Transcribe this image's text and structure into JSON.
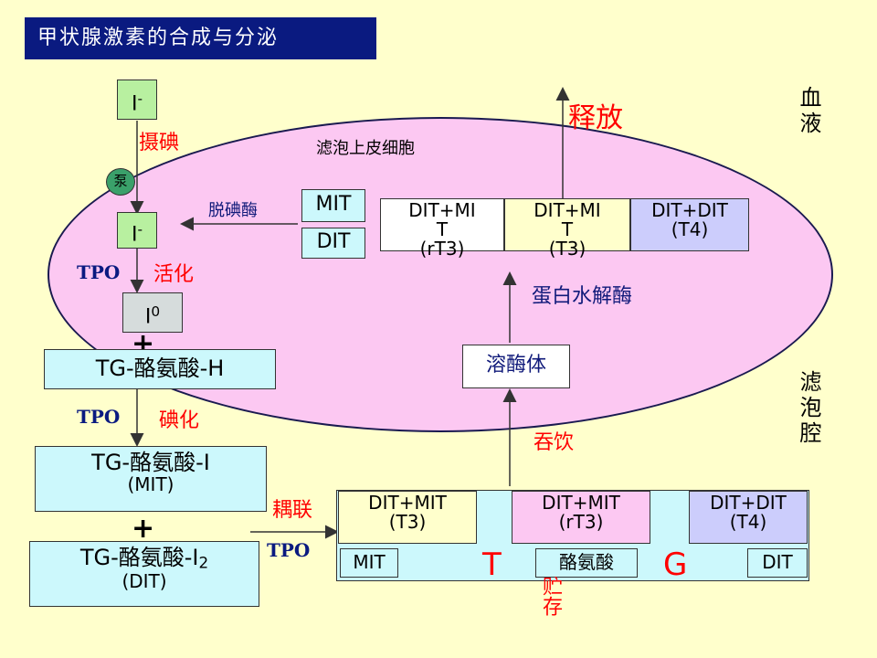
{
  "title": "甲状腺激素的合成与分泌",
  "labels": {
    "blood": "血液",
    "follicle_cavity": "滤泡腔",
    "epithelial_cell": "滤泡上皮细胞",
    "iodide_uptake": "摄碘",
    "pump": "泵",
    "deiodinase": "脱碘酶",
    "activation": "活化",
    "tpo": "TPO",
    "iodination": "碘化",
    "coupling": "耦联",
    "release": "释放",
    "proteolysis": "蛋白水解酶",
    "lysosome": "溶酶体",
    "pinocytosis": "吞饮",
    "storage": "贮存"
  },
  "iodine": {
    "outer": "I",
    "outer_sup": "-",
    "inner": "I",
    "inner_sup": "-",
    "active": "I",
    "active_sup": "0"
  },
  "tg_chain": {
    "h": "TG-酪氨酸-H",
    "i": "TG-酪氨酸-I",
    "i_sub": "(MIT)",
    "i2": "TG-酪氨酸-I",
    "i2_subscript": "2",
    "i2_sub": "(DIT)",
    "plus": "+"
  },
  "cell_boxes": {
    "mit": "MIT",
    "dit": "DIT",
    "rt3_top": "DIT+MI",
    "rt3_t": "T",
    "rt3_bottom": "(rT3)",
    "t3_top": "DIT+MI",
    "t3_t": "T",
    "t3_bottom": "(T3)",
    "t4_top": "DIT+DIT",
    "t4_bottom": "(T4)"
  },
  "colloid_boxes": {
    "t3_top": "DIT+MIT",
    "t3_bottom": "(T3)",
    "rt3_top": "DIT+MIT",
    "rt3_bottom": "(rT3)",
    "t4_top": "DIT+DIT",
    "t4_bottom": "(T4)",
    "mit": "MIT",
    "t_letter": "T",
    "tyrosine": "酪氨酸",
    "g_letter": "G",
    "dit": "DIT"
  }
}
